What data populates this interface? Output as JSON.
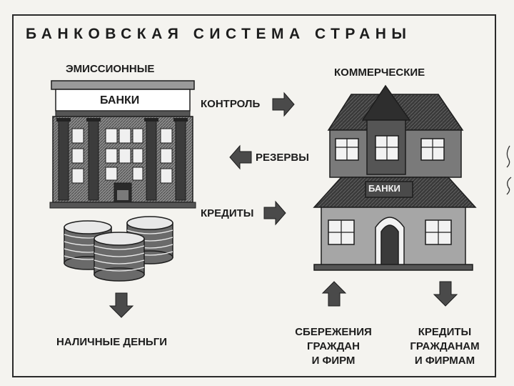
{
  "title": "БАНКОВСКАЯ СИСТЕМА СТРАНЫ",
  "left_bank": {
    "heading": "ЭМИССИОННЫЕ",
    "sign": "БАНКИ"
  },
  "right_bank": {
    "heading": "КОММЕРЧЕСКИЕ",
    "sign": "БАНКИ"
  },
  "flows": {
    "control": "КОНТРОЛЬ",
    "reserves": "РЕЗЕРВЫ",
    "credits": "КРЕДИТЫ"
  },
  "cash": "НАЛИЧНЫЕ ДЕНЬГИ",
  "savings": [
    "СБЕРЕЖЕНИЯ",
    "ГРАЖДАН",
    "И ФИРМ"
  ],
  "loans": [
    "КРЕДИТЫ",
    "ГРАЖДАНАМ",
    "И ФИРМАМ"
  ],
  "colors": {
    "ink": "#1d1d1d",
    "dark_fill": "#3c3c3c",
    "mid_fill": "#6b6b6b",
    "light_fill": "#bdbdbd",
    "arrow_fill": "#4a4a4a"
  }
}
